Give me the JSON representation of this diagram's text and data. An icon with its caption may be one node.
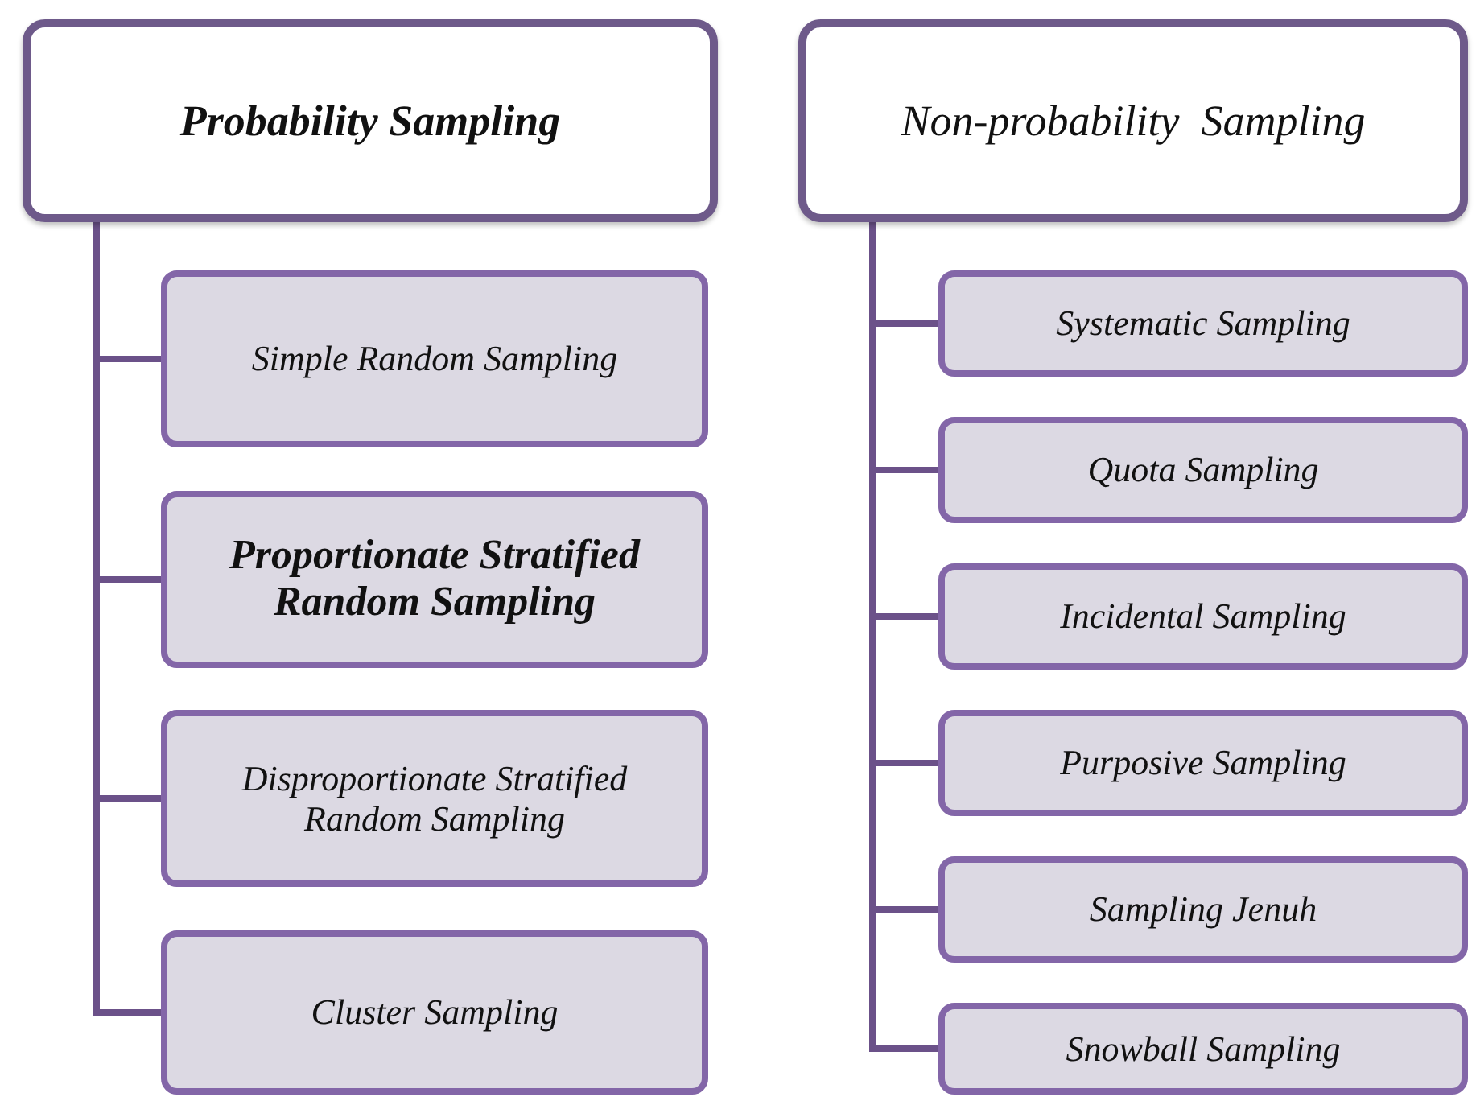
{
  "diagram": {
    "nodes": [
      {
        "text": [
          "Probability Sampling"
        ]
      },
      {
        "text": [
          "Simple Random Sampling"
        ]
      },
      {
        "text": [
          "Proportionate Stratified Random Sampling"
        ]
      },
      {
        "text": [
          "Disproportionate Stratified Random Sampling"
        ]
      },
      {
        "text": [
          "Cluster Sampling"
        ]
      },
      {
        "text": [
          "Non-probability  Sampling"
        ]
      },
      {
        "text": [
          "Systematic Sampling"
        ]
      },
      {
        "text": [
          "Quota Sampling"
        ]
      },
      {
        "text": [
          "Incidental Sampling"
        ]
      },
      {
        "text": [
          "Purposive Sampling"
        ]
      },
      {
        "text": [
          "Sampling Jenuh"
        ]
      },
      {
        "text": [
          "Snowball Sampling"
        ]
      }
    ],
    "edges": [
      {
        "from": 0,
        "to": 1,
        "arrow": "none"
      },
      {
        "from": 0,
        "to": 2,
        "arrow": "none"
      },
      {
        "from": 0,
        "to": 3,
        "arrow": "none"
      },
      {
        "from": 0,
        "to": 4,
        "arrow": "none"
      },
      {
        "from": 5,
        "to": 6,
        "arrow": "none"
      },
      {
        "from": 5,
        "to": 7,
        "arrow": "none"
      },
      {
        "from": 5,
        "to": 8,
        "arrow": "none"
      },
      {
        "from": 5,
        "to": 9,
        "arrow": "none"
      },
      {
        "from": 5,
        "to": 10,
        "arrow": "none"
      },
      {
        "from": 5,
        "to": 11,
        "arrow": "none"
      }
    ]
  }
}
